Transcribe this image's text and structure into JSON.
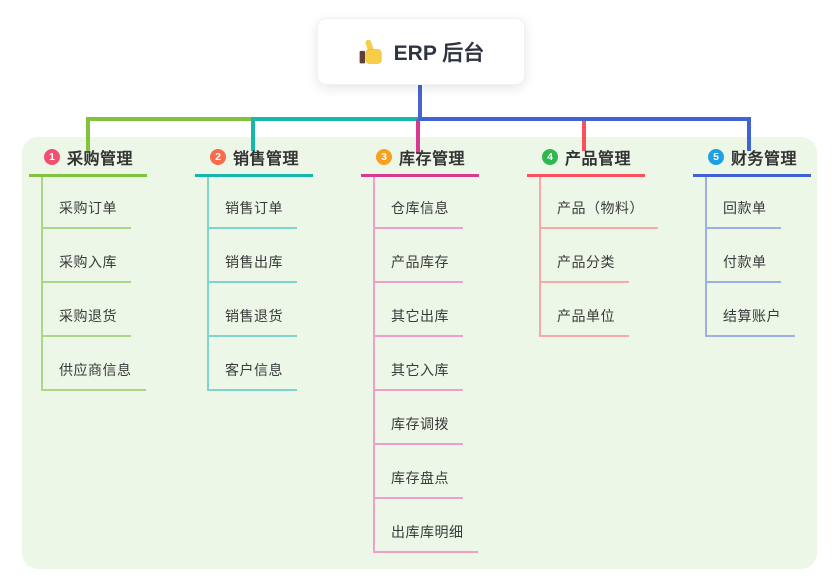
{
  "root": {
    "title": "ERP 后台",
    "icon": "thumbs-up-icon"
  },
  "branches": [
    {
      "index": "1",
      "title": "采购管理",
      "badge_color": "#f25070",
      "line_color": "#82c33e",
      "child_line_color": "#a9d687",
      "children": [
        "采购订单",
        "采购入库",
        "采购退货",
        "供应商信息"
      ]
    },
    {
      "index": "2",
      "title": "销售管理",
      "badge_color": "#f96b4b",
      "line_color": "#16b8ae",
      "child_line_color": "#7fd4cc",
      "children": [
        "销售订单",
        "销售出库",
        "销售退货",
        "客户信息"
      ]
    },
    {
      "index": "3",
      "title": "库存管理",
      "badge_color": "#f9a11d",
      "line_color": "#d83a92",
      "child_line_color": "#ef9fca",
      "children": [
        "仓库信息",
        "产品库存",
        "其它出库",
        "其它入库",
        "库存调拨",
        "库存盘点",
        "出库库明细"
      ]
    },
    {
      "index": "4",
      "title": "产品管理",
      "badge_color": "#2fb750",
      "line_color": "#f94f5e",
      "child_line_color": "#fba8ab",
      "children": [
        "产品（物料）",
        "产品分类",
        "产品单位"
      ]
    },
    {
      "index": "5",
      "title": "财务管理",
      "badge_color": "#1fa0e5",
      "line_color": "#3f62d4",
      "child_line_color": "#9cb0e8",
      "children": [
        "回款单",
        "付款单",
        "结算账户"
      ]
    }
  ],
  "colors": {
    "panel_bg": "#edf7e8",
    "root_connector": "#4a63d2",
    "text": "#333333"
  }
}
